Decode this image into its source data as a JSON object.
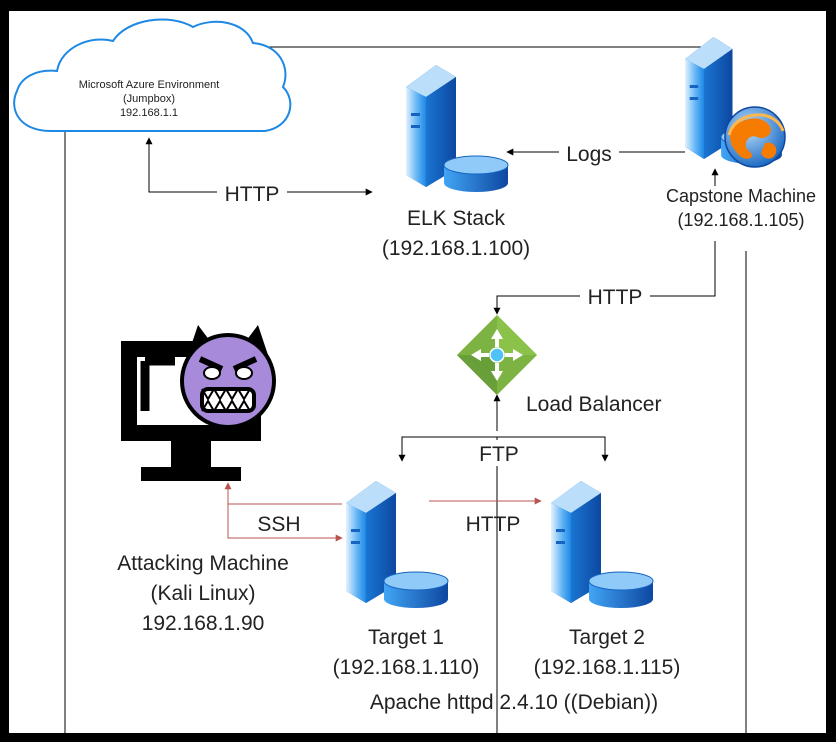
{
  "cloud": {
    "title": "Microsoft Azure Environment",
    "subtitle": "(Jumpbox)",
    "ip": "192.168.1.1"
  },
  "nodes": {
    "elk": {
      "name": "ELK Stack",
      "ip": "(192.168.1.100)"
    },
    "capstone": {
      "name": "Capstone Machine",
      "ip": "(192.168.1.105)"
    },
    "load_balancer": {
      "name": "Load Balancer"
    },
    "attacker": {
      "name": "Attacking Machine",
      "os": "(Kali Linux)",
      "ip": "192.168.1.90"
    },
    "target1": {
      "name": "Target 1",
      "ip": "(192.168.1.110)"
    },
    "target2": {
      "name": "Target 2",
      "ip": "(192.168.1.115)"
    }
  },
  "edges": {
    "http_cloud_elk": "HTTP",
    "logs": "Logs",
    "http_capstone_lb": "HTTP",
    "ftp": "FTP",
    "ssh": "SSH",
    "http_t1_t2": "HTTP"
  },
  "footer": "Apache httpd 2.4.10 ((Debian))",
  "colors": {
    "cloud_stroke": "#1E88E5",
    "server_blue": "#1565C0",
    "lb_green": "#7CB342",
    "attack_line": "#B85450",
    "devil_purple": "#A78BDA"
  }
}
